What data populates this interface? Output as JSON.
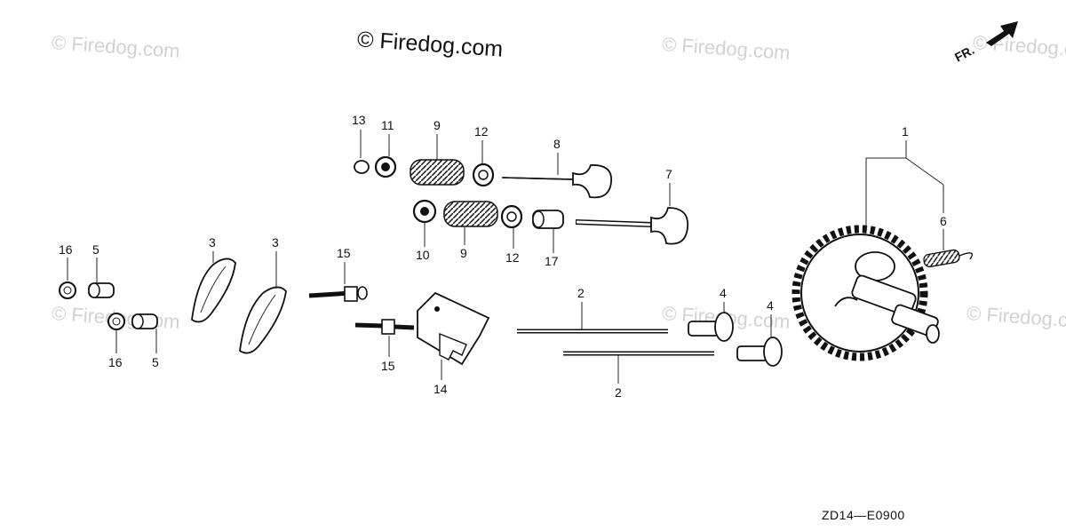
{
  "watermark": "© Firedog.com",
  "brand_watermark": "© Firedog.com",
  "diagram_code": "ZD14—E0900",
  "direction_label": "FR.",
  "callouts": {
    "c1": "1",
    "c2a": "2",
    "c2b": "2",
    "c3a": "3",
    "c3b": "3",
    "c4a": "4",
    "c4b": "4",
    "c5a": "5",
    "c5b": "5",
    "c6": "6",
    "c7": "7",
    "c8": "8",
    "c9a": "9",
    "c9b": "9",
    "c10": "10",
    "c11": "11",
    "c12a": "12",
    "c12b": "12",
    "c13": "13",
    "c14": "14",
    "c15a": "15",
    "c15b": "15",
    "c16a": "16",
    "c16b": "16",
    "c17": "17"
  }
}
